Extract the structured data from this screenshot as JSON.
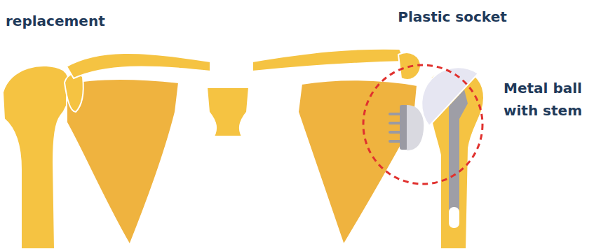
{
  "diagram": {
    "title": "replacement",
    "labels": [
      "Plastic socket",
      "Metal ball with stem"
    ]
  }
}
